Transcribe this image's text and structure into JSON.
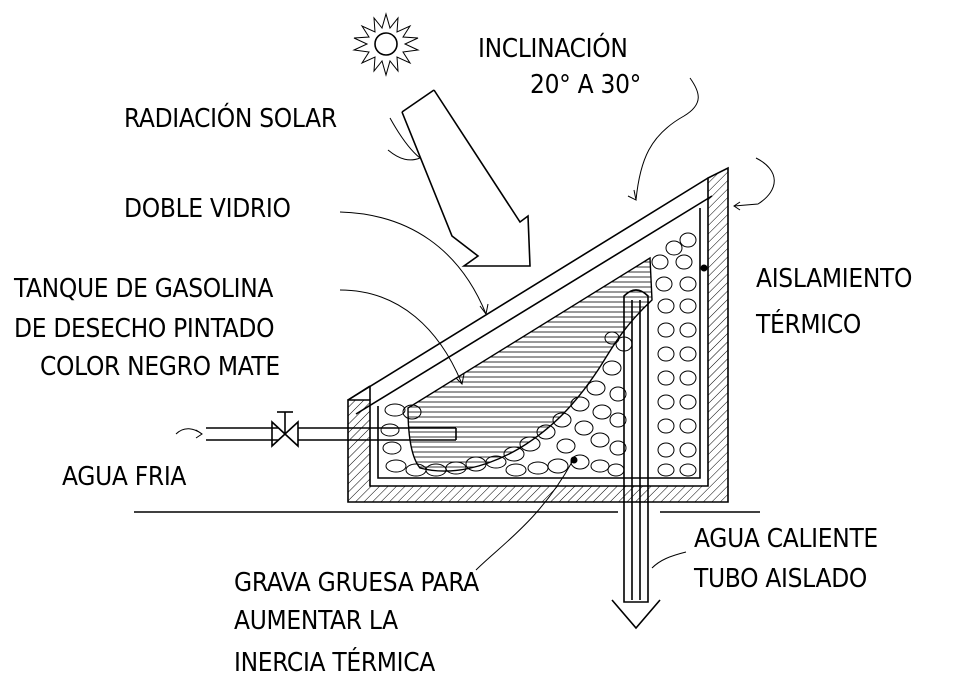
{
  "labels": {
    "inclinacion_1": "INCLINACIÓN",
    "inclinacion_2": "20° A 30°",
    "radiacion": "RADIACIÓN SOLAR",
    "vidrio": "DOBLE VIDRIO",
    "tanque_1": "TANQUE DE GASOLINA",
    "tanque_2": "DE DESECHO PINTADO",
    "tanque_3": "COLOR NEGRO MATE",
    "agua_fria": "AGUA FRIA",
    "aislamiento_1": "AISLAMIENTO",
    "aislamiento_2": "TÉRMICO",
    "agua_caliente_1": "AGUA CALIENTE",
    "agua_caliente_2": "TUBO AISLADO",
    "grava_1": "GRAVA GRUESA PARA",
    "grava_2": "AUMENTAR LA",
    "grava_3": "INERCIA TÉRMICA"
  },
  "colors": {
    "ink": "#000000",
    "background": "#ffffff"
  }
}
